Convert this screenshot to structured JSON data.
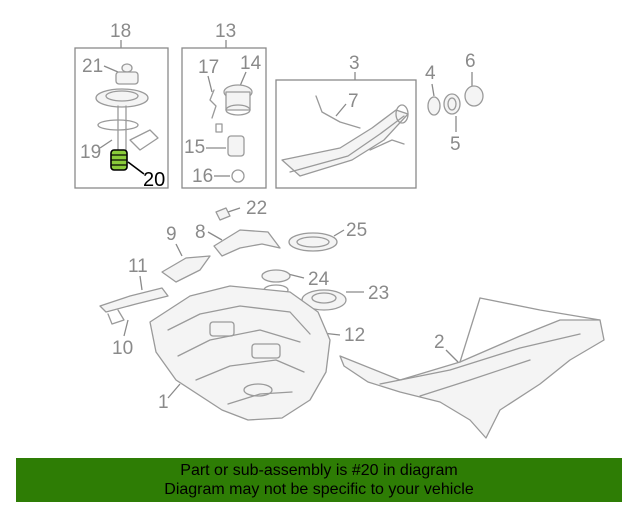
{
  "diagram": {
    "callouts": {
      "c1": "1",
      "c2": "2",
      "c3": "3",
      "c4": "4",
      "c5": "5",
      "c6": "6",
      "c7": "7",
      "c8": "8",
      "c9": "9",
      "c10": "10",
      "c11": "11",
      "c12": "12",
      "c13": "13",
      "c14": "14",
      "c15": "15",
      "c16": "16",
      "c17": "17",
      "c18": "18",
      "c19": "19",
      "c20": "20",
      "c21": "21",
      "c22": "22",
      "c23": "23",
      "c24": "24",
      "c25": "25"
    },
    "highlighted_part": "20"
  },
  "banner": {
    "line1": "Part or sub-assembly is #20 in diagram",
    "line2": "Diagram may not be specific to your vehicle",
    "background": "#2e7d05"
  }
}
